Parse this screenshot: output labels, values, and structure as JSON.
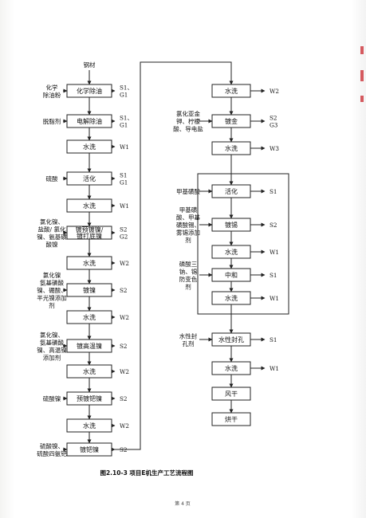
{
  "diagram": {
    "top_input": "钢材",
    "left_chain": [
      {
        "id": "L1",
        "label": "化学除油",
        "inputs": [
          "化学",
          "除油粉"
        ],
        "outputs": [
          "S1、",
          "G1"
        ]
      },
      {
        "id": "L2",
        "label": "电解除油",
        "inputs": [
          "脱脂剂"
        ],
        "outputs": [
          "S1、",
          "G1"
        ]
      },
      {
        "id": "L3",
        "label": "水洗",
        "inputs": [],
        "outputs": [
          "W1"
        ]
      },
      {
        "id": "L4",
        "label": "活化",
        "inputs": [
          "硫酸"
        ],
        "outputs": [
          "S1",
          "G1"
        ]
      },
      {
        "id": "L5",
        "label": "水洗",
        "inputs": [],
        "outputs": [
          "W1"
        ]
      },
      {
        "id": "L6",
        "label": "镀预镀镍/镀打底镍",
        "lines": [
          "镀预镀镍/",
          "镀打底镍"
        ],
        "inputs": [
          "氯化镍、",
          "盐酸/ 氯化",
          "镍、氨基磺",
          "酸镍"
        ],
        "outputs": [
          "S2",
          "G2"
        ]
      },
      {
        "id": "L7",
        "label": "水洗",
        "inputs": [],
        "outputs": [
          "W2"
        ]
      },
      {
        "id": "L8",
        "label": "镀镍",
        "inputs": [
          "氯化镍",
          "氨基磺酸",
          "镍、硼酸、",
          "半光镍添加",
          "剂"
        ],
        "outputs": [
          "S2"
        ]
      },
      {
        "id": "L9",
        "label": "水洗",
        "inputs": [],
        "outputs": [
          "W2"
        ]
      },
      {
        "id": "L10",
        "label": "镀高温镍",
        "inputs": [
          "氯化镍、",
          "氨基磺酸",
          "镍、高温镍",
          "添加剂"
        ],
        "outputs": [
          "S2"
        ]
      },
      {
        "id": "L11",
        "label": "水洗",
        "inputs": [],
        "outputs": [
          "W2"
        ]
      },
      {
        "id": "L12",
        "label": "预镀钯镍",
        "inputs": [
          "硫酸镍"
        ],
        "outputs": [
          "S2"
        ]
      },
      {
        "id": "L13",
        "label": "水洗",
        "inputs": [],
        "outputs": [
          "W2"
        ]
      },
      {
        "id": "L14",
        "label": "镀钯镍",
        "inputs": [
          "硫酸镍、",
          "硫酸四氨钯"
        ],
        "outputs": [
          "S2"
        ]
      }
    ],
    "right_chain": [
      {
        "id": "R1",
        "label": "水洗",
        "inputs": [],
        "outputs": [
          "W2"
        ]
      },
      {
        "id": "R2",
        "label": "镀金",
        "inputs": [
          "氯化亚金",
          "钾、柠檬",
          "酸、导电盐"
        ],
        "outputs": [
          "S2",
          "G3"
        ]
      },
      {
        "id": "R3",
        "label": "水洗",
        "inputs": [],
        "outputs": [
          "W3"
        ]
      },
      {
        "id": "R4",
        "label": "活化",
        "inputs": [
          "甲基磺酸"
        ],
        "outputs": [
          "S1"
        ]
      },
      {
        "id": "R5",
        "label": "镀锡",
        "inputs": [
          "甲基磺",
          "酸、甲基",
          "磺酸锡、",
          "雾锡添加",
          "剂"
        ],
        "outputs": [
          "S2"
        ]
      },
      {
        "id": "R6",
        "label": "水洗",
        "inputs": [],
        "outputs": [
          "W1"
        ]
      },
      {
        "id": "R7",
        "label": "中和",
        "inputs": [
          "磷酸三",
          "钠、锡",
          "防变色",
          "剂"
        ],
        "outputs": [
          "S1"
        ]
      },
      {
        "id": "R8",
        "label": "水洗",
        "inputs": [],
        "outputs": [
          "W1"
        ]
      },
      {
        "id": "R9",
        "label": "水性封孔",
        "inputs": [
          "水性封",
          "孔剂"
        ],
        "outputs": [
          "S1"
        ]
      },
      {
        "id": "R10",
        "label": "水洗",
        "inputs": [],
        "outputs": [
          "W1"
        ]
      },
      {
        "id": "R11",
        "label": "风干",
        "inputs": [],
        "outputs": []
      },
      {
        "id": "R12",
        "label": "烘干",
        "inputs": [],
        "outputs": []
      }
    ]
  },
  "caption": "图2.10-3  项目E机生产工艺流程图",
  "page_number": "第 4 页",
  "colors": {
    "edge_mark": "#c9252c",
    "line": "#222222"
  }
}
